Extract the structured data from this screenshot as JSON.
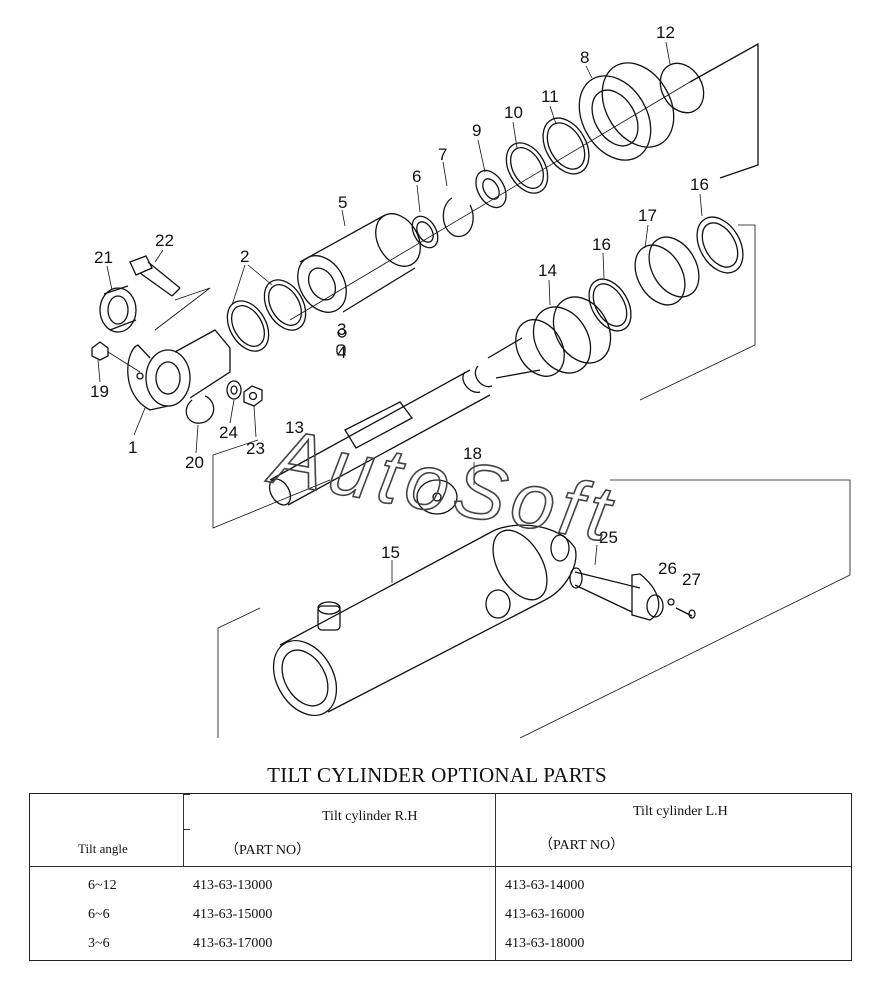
{
  "callouts": [
    "1",
    "2",
    "3",
    "4",
    "5",
    "6",
    "7",
    "8",
    "9",
    "10",
    "11",
    "12",
    "13",
    "14",
    "15",
    "16",
    "16",
    "17",
    "18",
    "19",
    "20",
    "21",
    "22",
    "23",
    "24",
    "25",
    "26",
    "27"
  ],
  "watermark": "AutoSoft",
  "table": {
    "title": "TILT CYLINDER OPTIONAL PARTS",
    "col_tilt": "Tilt angle",
    "col_rh": "Tilt cylinder R.H",
    "col_lh": "Tilt cylinder L.H",
    "part_no_rh": "（PART NO）",
    "part_no_lh": "（PART NO）",
    "rows": [
      {
        "angle": "6~12",
        "rh": "413-63-13000",
        "lh": "413-63-14000"
      },
      {
        "angle": "6~6",
        "rh": "413-63-15000",
        "lh": "413-63-16000"
      },
      {
        "angle": "3~6",
        "rh": "413-63-17000",
        "lh": "413-63-18000"
      }
    ]
  }
}
